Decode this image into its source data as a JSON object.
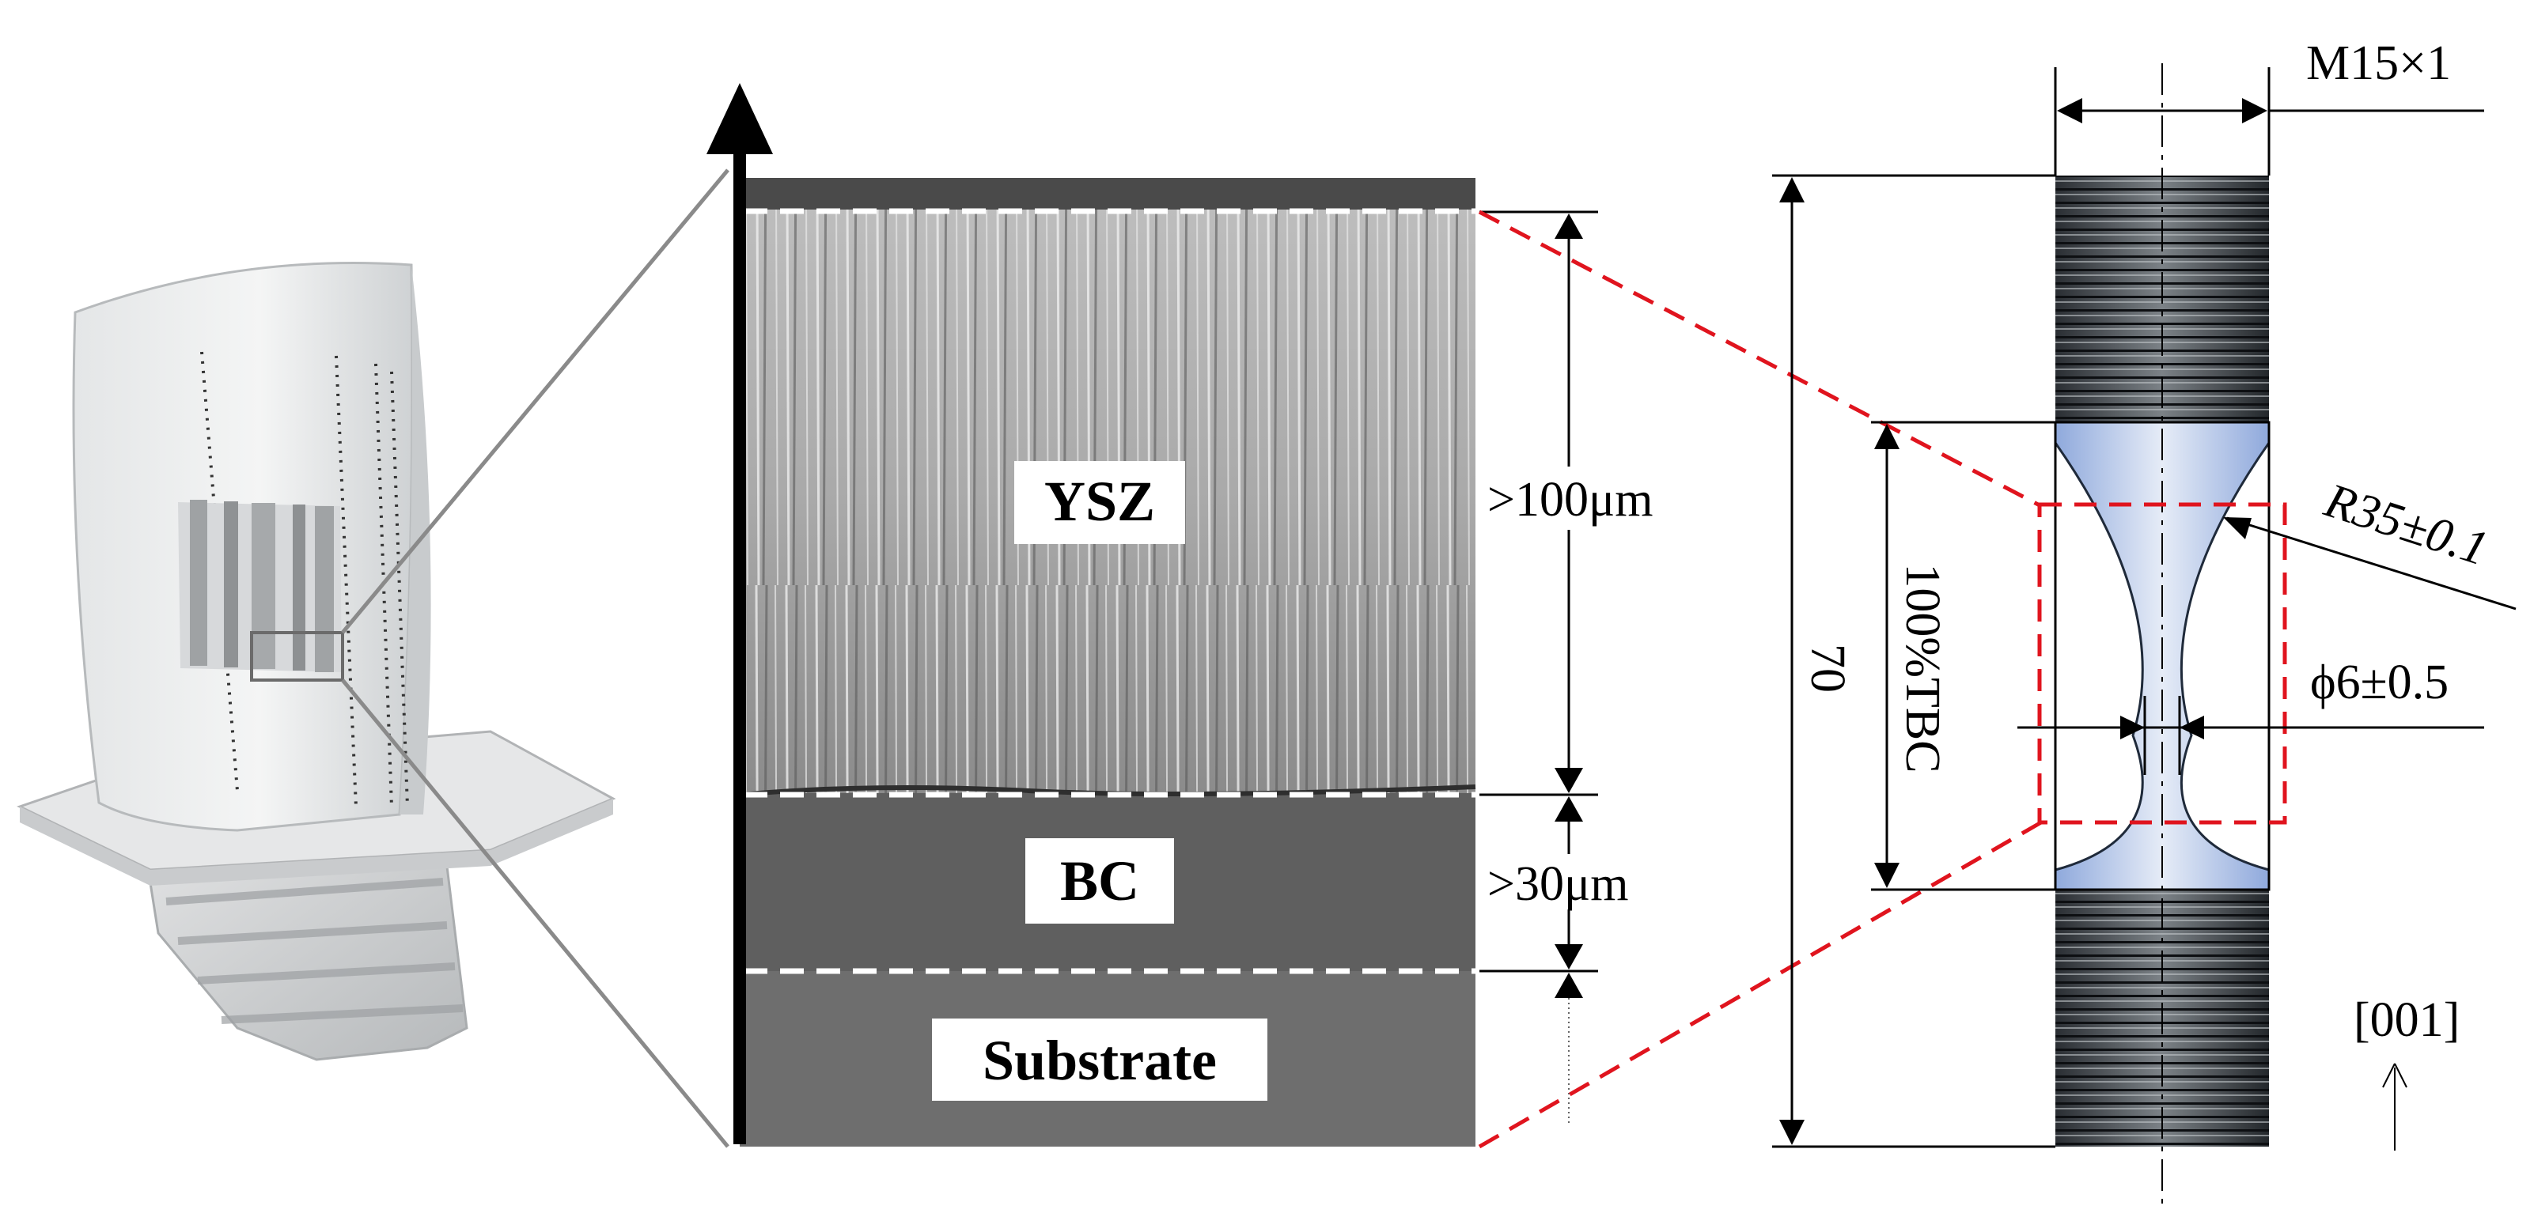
{
  "sem_layers": {
    "ysz": "YSZ",
    "bc": "BC",
    "substrate": "Substrate"
  },
  "thickness": {
    "ysz": ">100μm",
    "bc": ">30μm"
  },
  "specimen": {
    "thread": "M15×1",
    "radius": "R35±0.1",
    "diameter": "ϕ6±0.5",
    "coating": "100%TBC",
    "length": "70",
    "orientation": "[001]"
  },
  "colors": {
    "callout_dash": "#e0141e",
    "coating_fill": "#a7bde8",
    "sem_dark": "#5d5d5d"
  }
}
